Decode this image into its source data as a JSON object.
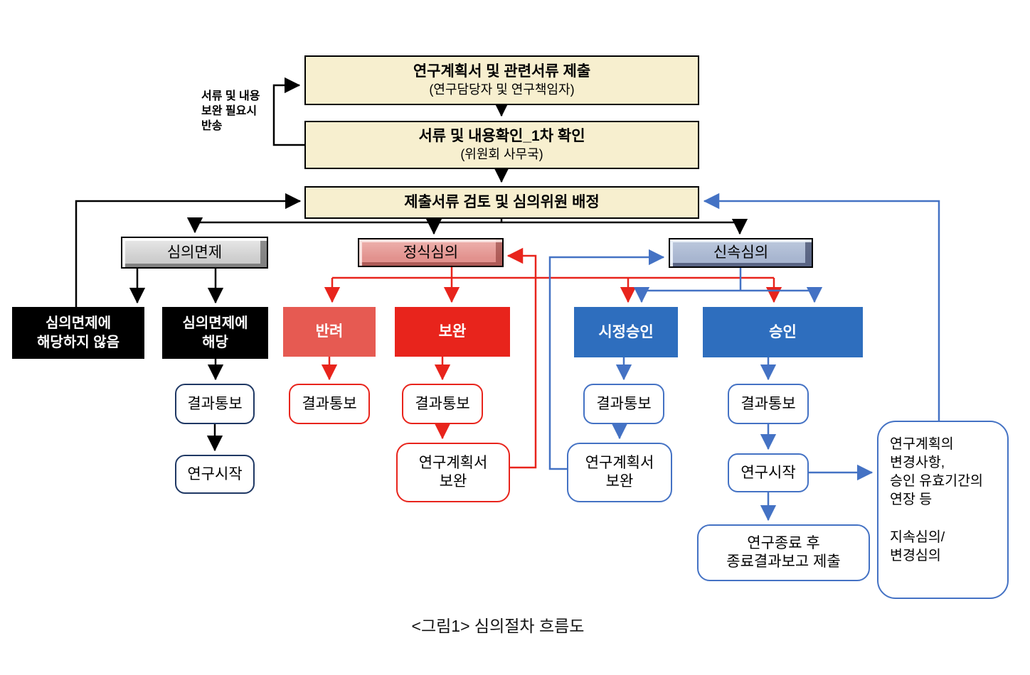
{
  "top_flow": {
    "submit": {
      "title": "연구계획서 및 관련서류 제출",
      "subtitle": "(연구담당자 및 연구책임자)"
    },
    "check": {
      "title": "서류 및 내용확인_1차 확인",
      "subtitle": "(위원회 사무국)"
    },
    "assign": {
      "title": "제출서류 검토 및 심의위원 배정"
    },
    "return_note": "서류 및 내용\n보완 필요시\n반송"
  },
  "exempt_branch": {
    "label": "심의면제",
    "not_applicable": "심의면제에\n해당하지 않음",
    "applicable": "심의면제에\n해당",
    "result": "결과통보",
    "start": "연구시작"
  },
  "formal_branch": {
    "label": "정식심의",
    "reject": "반려",
    "supplement": "보완",
    "reject_result": "결과통보",
    "supplement_result": "결과통보",
    "revise": "연구계획서\n보완"
  },
  "expedited_branch": {
    "label": "신속심의",
    "correction_approval": "시정승인",
    "approval": "승인",
    "correction_result": "결과통보",
    "correction_revise": "연구계획서\n보완",
    "approval_result": "결과통보",
    "approval_start": "연구시작",
    "end_report": "연구종료 후\n종료결과보고 제출"
  },
  "note_box": {
    "text": "연구계획의\n변경사항,\n승인 유효기간의\n연장 등\n\n지속심의/\n변경심의"
  },
  "caption": "<그림1> 심의절차 흐름도",
  "colors": {
    "flow_black": "#000000",
    "flow_red": "#E8241C",
    "flow_blue": "#4472C4",
    "cream_fill": "#F7EFCF",
    "gray_button": "#D2D2D2",
    "pink_button": "#E2928E",
    "steel_button": "#A8B6D0",
    "reject_fill": "#E65A52",
    "supplement_fill": "#E8241C",
    "approval_fill": "#2E6EBE",
    "navy_border": "#1F3864"
  }
}
